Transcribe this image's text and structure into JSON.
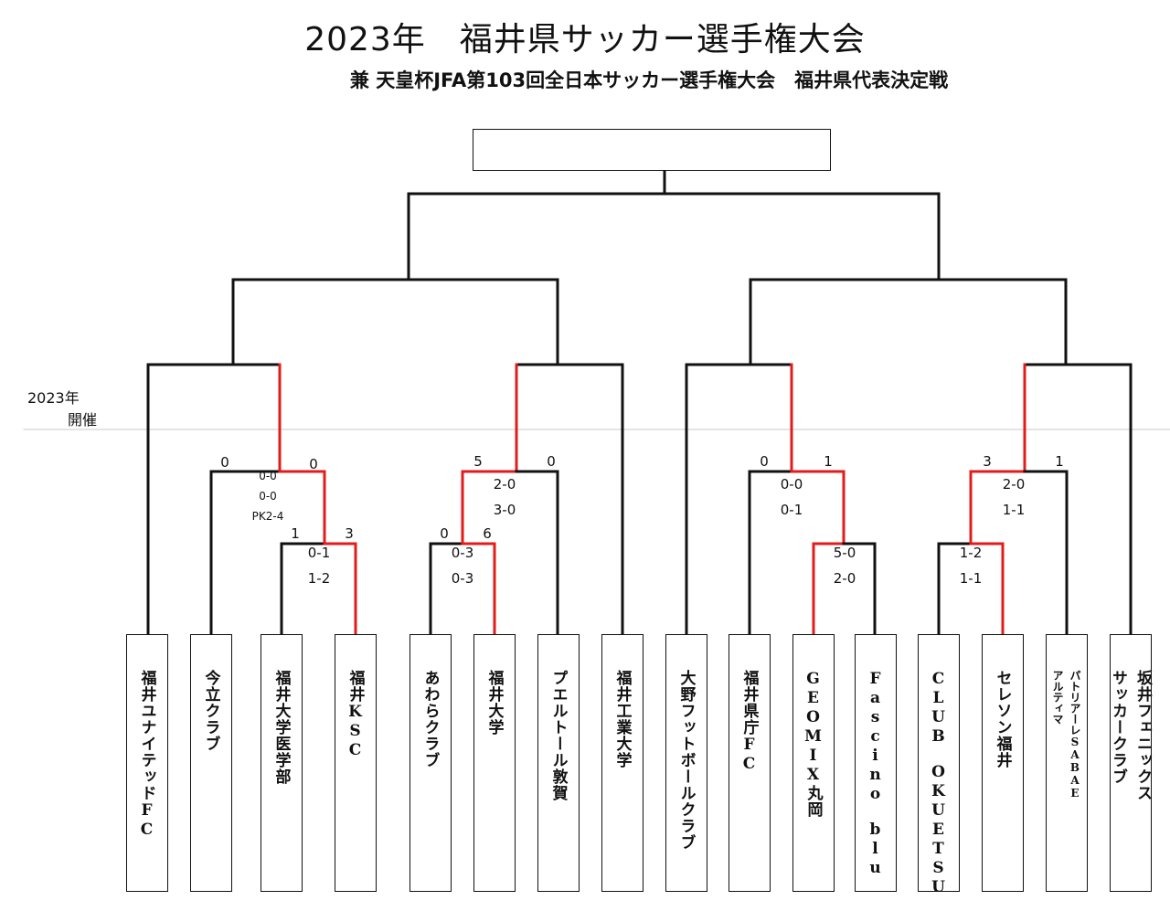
{
  "title": "2023年　福井県サッカー選手権大会",
  "subtitle": "兼 天皇杯JFA第103回全日本サッカー選手権大会　福井県代表決定戦",
  "era": {
    "year": "2023年",
    "label": "開催"
  },
  "colors": {
    "line": "#111111",
    "winner": "#e31b1b",
    "divider": "#c8c8c8"
  },
  "teams": [
    {
      "name": [
        "福井ユナイテッドFC"
      ]
    },
    {
      "name": [
        "今立クラブ"
      ]
    },
    {
      "name": [
        "福井大学医学部"
      ]
    },
    {
      "name": [
        "福井KSC"
      ]
    },
    {
      "name": [
        "あわらクラブ"
      ]
    },
    {
      "name": [
        "福井大学"
      ]
    },
    {
      "name": [
        "プエルトール敦賀"
      ]
    },
    {
      "name": [
        "福井工業大学"
      ]
    },
    {
      "name": [
        "大野フットボールクラブ"
      ]
    },
    {
      "name": [
        "福井県庁FC"
      ]
    },
    {
      "name": [
        "GEOMIX丸岡"
      ]
    },
    {
      "name": [
        "Fascino　blu"
      ]
    },
    {
      "name": [
        "CLUB　OKUETSU"
      ]
    },
    {
      "name": [
        "セレソン福井"
      ]
    },
    {
      "name": [
        "パトリアーレSABAE",
        "アルティマ"
      ],
      "small": true
    },
    {
      "name": [
        "坂井フェニックス",
        "サッカークラブ"
      ]
    }
  ],
  "scores": {
    "m_a_left": "1",
    "m_a_right": "3",
    "m_a_half1": "0-1",
    "m_a_half2": "1-2",
    "m_b_left": "0",
    "m_b_right": "6",
    "m_b_half1": "0-3",
    "m_b_half2": "0-3",
    "m_c_half1": "5-0",
    "m_c_half2": "2-0",
    "m_d_half1": "1-2",
    "m_d_half2": "1-1",
    "r2_1_left": "0",
    "r2_1_right": "0",
    "r2_1_half1": "0-0",
    "r2_1_half2": "0-0",
    "r2_1_pk": "PK2-4",
    "r2_2_left": "5",
    "r2_2_right": "0",
    "r2_2_half1": "2-0",
    "r2_2_half2": "3-0",
    "r2_3_left": "0",
    "r2_3_right": "1",
    "r2_3_half1": "0-0",
    "r2_3_half2": "0-1",
    "r2_4_left": "3",
    "r2_4_right": "1",
    "r2_4_half1": "2-0",
    "r2_4_half2": "1-1"
  }
}
